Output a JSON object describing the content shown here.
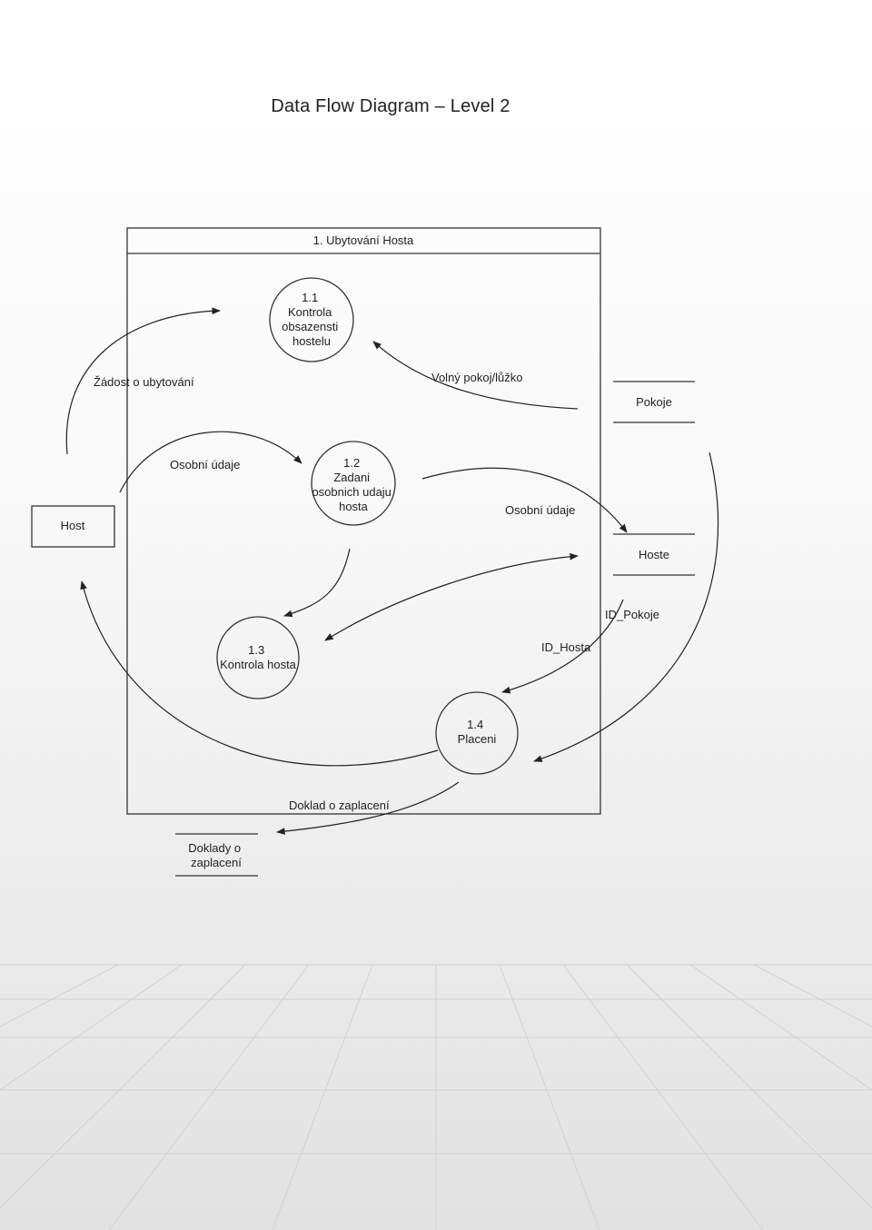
{
  "title": "Data Flow Diagram – Level 2",
  "process_box_title": "1. Ubytování Hosta",
  "external_entities": {
    "host": "Host"
  },
  "processes": {
    "p11": [
      "1.1",
      "Kontrola",
      "obsazensti",
      "hostelu"
    ],
    "p12": [
      "1.2",
      "Zadani",
      "osobnich udaju",
      "hosta"
    ],
    "p13": [
      "1.3",
      "Kontrola hosta"
    ],
    "p14": [
      "1.4",
      "Placeni"
    ]
  },
  "data_stores": {
    "pokoje": [
      "Pokoje"
    ],
    "hoste": [
      "Hoste"
    ],
    "doklady": [
      "Doklady o",
      "zaplacení"
    ]
  },
  "flows": {
    "zadost": "Žádost o ubytování",
    "volny": "Volný pokoj/lůžko",
    "osobni_udaje_in": "Osobní údaje",
    "osobni_udaje_out": "Osobní údaje",
    "id_pokoje": "ID_Pokoje",
    "id_hosta": "ID_Hosta",
    "doklad": "Doklad o zaplacení"
  }
}
